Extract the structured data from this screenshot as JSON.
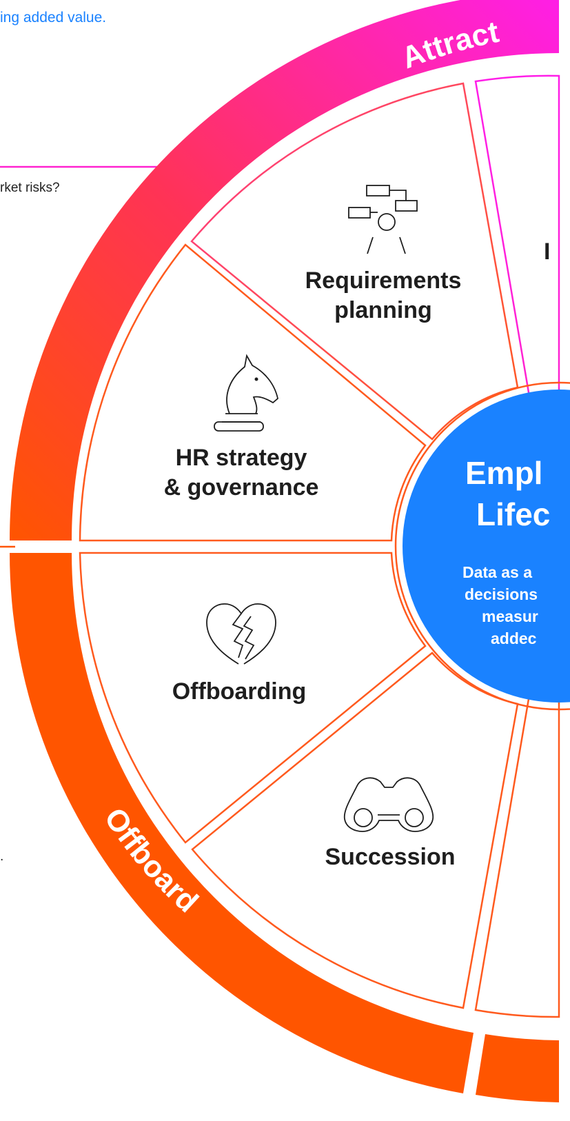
{
  "intro": {
    "line1": "",
    "line2": "ing added value."
  },
  "snippets": {
    "market_risks": "rket risks?",
    "stray_mark": "."
  },
  "ring_labels": {
    "attract": "Attract",
    "offboard": "Offboard"
  },
  "segments": {
    "requirements_planning": {
      "line1": "Requirements",
      "line2": "planning",
      "icon": "org-chart-person-icon"
    },
    "hr_strategy": {
      "line1": "HR strategy",
      "line2": "& governance",
      "icon": "chess-knight-icon"
    },
    "offboarding": {
      "line1": "Offboarding",
      "icon": "broken-heart-icon"
    },
    "succession": {
      "line1": "Succession",
      "icon": "binoculars-icon"
    },
    "partial_top_right": {
      "line1": "I"
    }
  },
  "hub": {
    "title1": "Empl",
    "title2": "Lifec",
    "desc1": "Data as a",
    "desc2": "decisions",
    "desc3": "measur",
    "desc4": "addec"
  },
  "colors": {
    "accent_blue": "#1a82ff",
    "orange": "#ff5500",
    "magenta": "#ff1ee8",
    "red_pink": "#ff3355",
    "text": "#1e1e1e"
  }
}
